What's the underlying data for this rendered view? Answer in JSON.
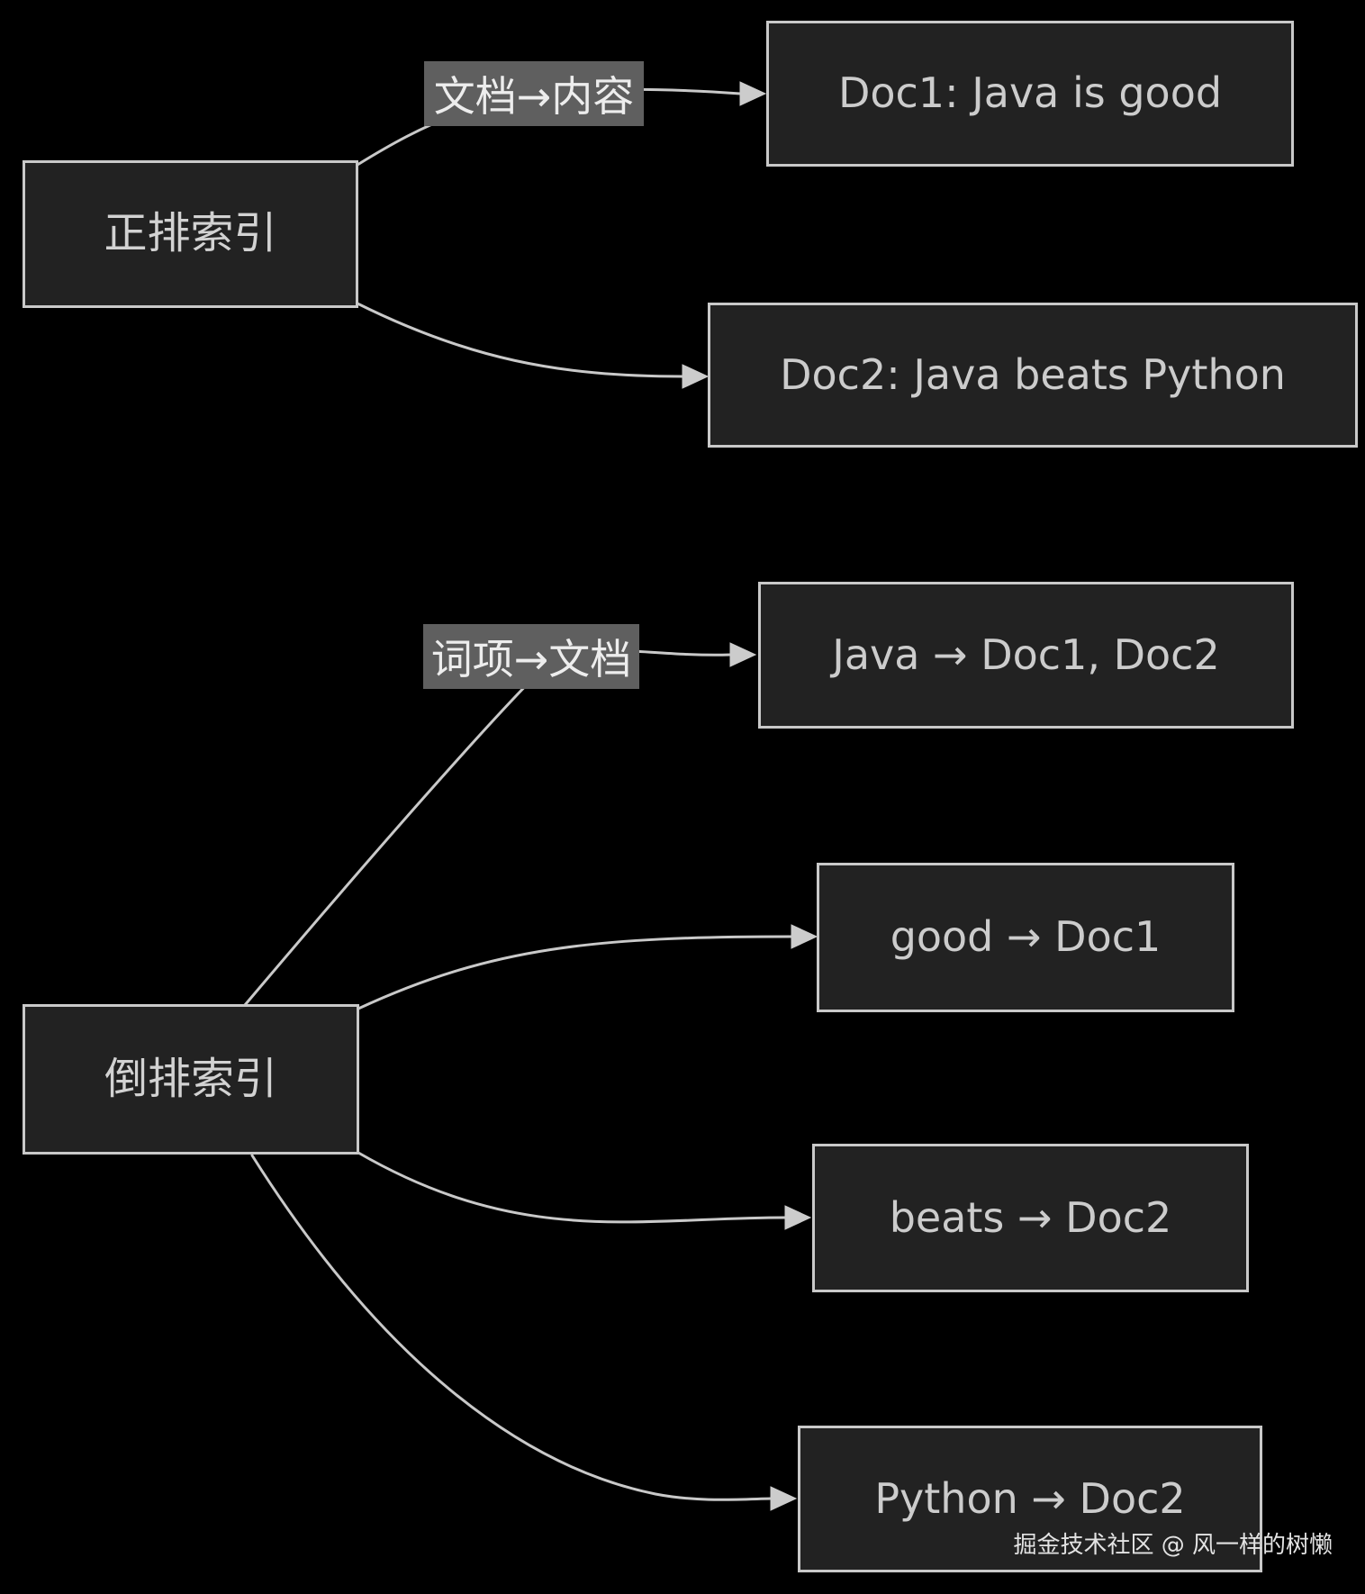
{
  "colors": {
    "background": "#000000",
    "node_fill": "#222222",
    "node_border": "#c9c9c9",
    "node_text": "#cccccc",
    "edge_line": "#c9c9c9",
    "arrowhead_fill": "#cccccc",
    "edge_label_bg": "#5f5f5f",
    "edge_label_text": "#ededed",
    "watermark_text": "#e3e3e3"
  },
  "diagram": {
    "type": "flowchart",
    "nodes": {
      "forward_index": {
        "label": "正排索引"
      },
      "doc1": {
        "label": "Doc1: Java is good"
      },
      "doc2": {
        "label": "Doc2: Java beats Python"
      },
      "inverted_index": {
        "label": "倒排索引"
      },
      "term_java": {
        "label": "Java → Doc1, Doc2"
      },
      "term_good": {
        "label": "good → Doc1"
      },
      "term_beats": {
        "label": "beats → Doc2"
      },
      "term_python": {
        "label": "Python → Doc2"
      }
    },
    "edge_labels": {
      "doc_to_content": {
        "label": "文档→内容"
      },
      "term_to_doc": {
        "label": "词项→文档"
      }
    },
    "edges": [
      {
        "from": "forward_index",
        "to": "doc1",
        "label": "文档→内容"
      },
      {
        "from": "forward_index",
        "to": "doc2",
        "label": ""
      },
      {
        "from": "inverted_index",
        "to": "term_java",
        "label": "词项→文档"
      },
      {
        "from": "inverted_index",
        "to": "term_good",
        "label": ""
      },
      {
        "from": "inverted_index",
        "to": "term_beats",
        "label": ""
      },
      {
        "from": "inverted_index",
        "to": "term_python",
        "label": ""
      }
    ]
  },
  "watermark": {
    "label": "掘金技术社区 @ 风一样的树懒"
  }
}
